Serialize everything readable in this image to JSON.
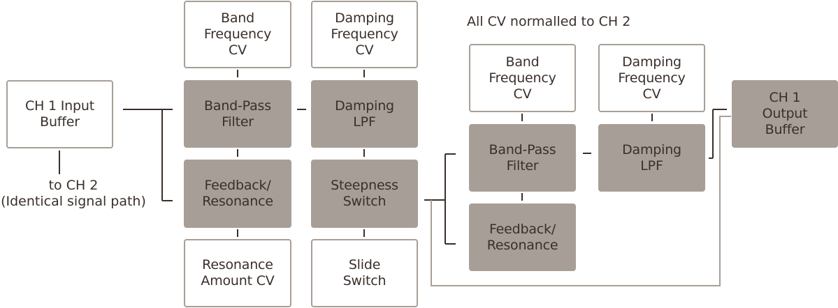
{
  "note": "All CV normalled to CH 2",
  "ch1_input": "CH 1 Input\nBuffer",
  "to_ch2": "to CH 2\n(Identical signal path)",
  "stage1": {
    "band_cv": "Band\nFrequency\nCV",
    "damping_cv": "Damping\nFrequency\nCV",
    "bandpass": "Band-Pass\nFilter",
    "damping_lpf": "Damping\nLPF",
    "feedback": "Feedback/\nResonance",
    "steepness": "Steepness\nSwitch",
    "resonance_cv": "Resonance\nAmount CV",
    "slide": "Slide\nSwitch"
  },
  "stage2": {
    "band_cv": "Band\nFrequency\nCV",
    "damping_cv": "Damping\nFrequency\nCV",
    "bandpass": "Band-Pass\nFilter",
    "damping_lpf": "Damping\nLPF",
    "feedback": "Feedback/\nResonance"
  },
  "ch1_output": "CH 1\nOutput\nBuffer",
  "colors": {
    "block_fill": "#a79f97",
    "line": "#3a2f2b",
    "feedback_line": "#a79f97"
  }
}
